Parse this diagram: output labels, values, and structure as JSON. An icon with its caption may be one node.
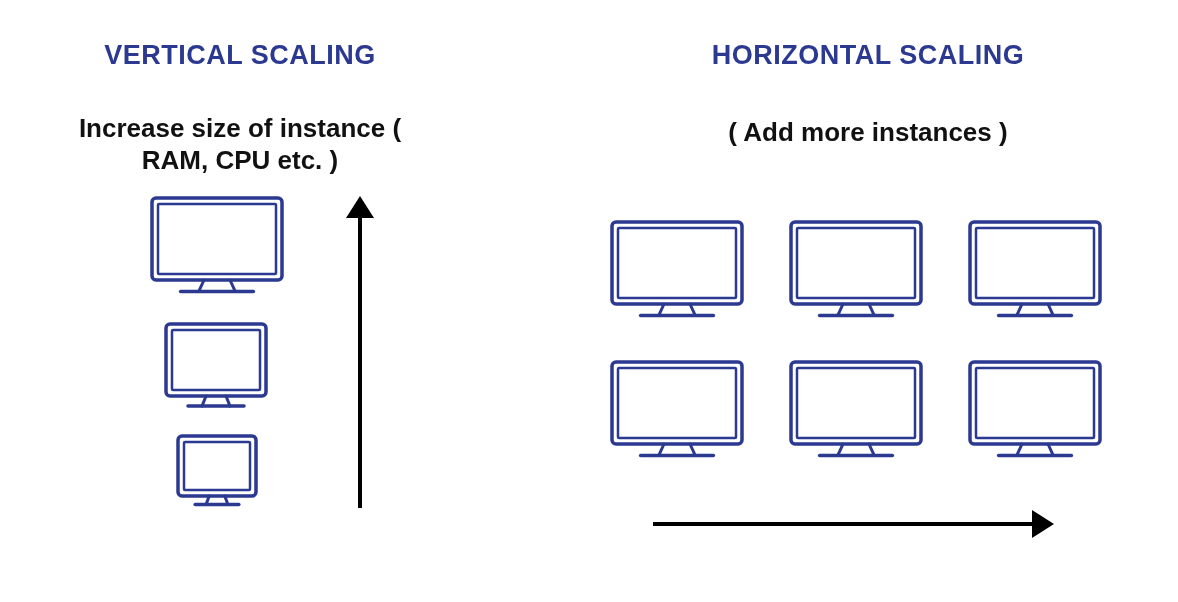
{
  "diagram": {
    "labels": [
      "VERTICAL SCALING",
      "HORIZONTAL SCALING",
      "Increase size of instance ( RAM, CPU etc. )",
      "( Add more instances )"
    ]
  }
}
